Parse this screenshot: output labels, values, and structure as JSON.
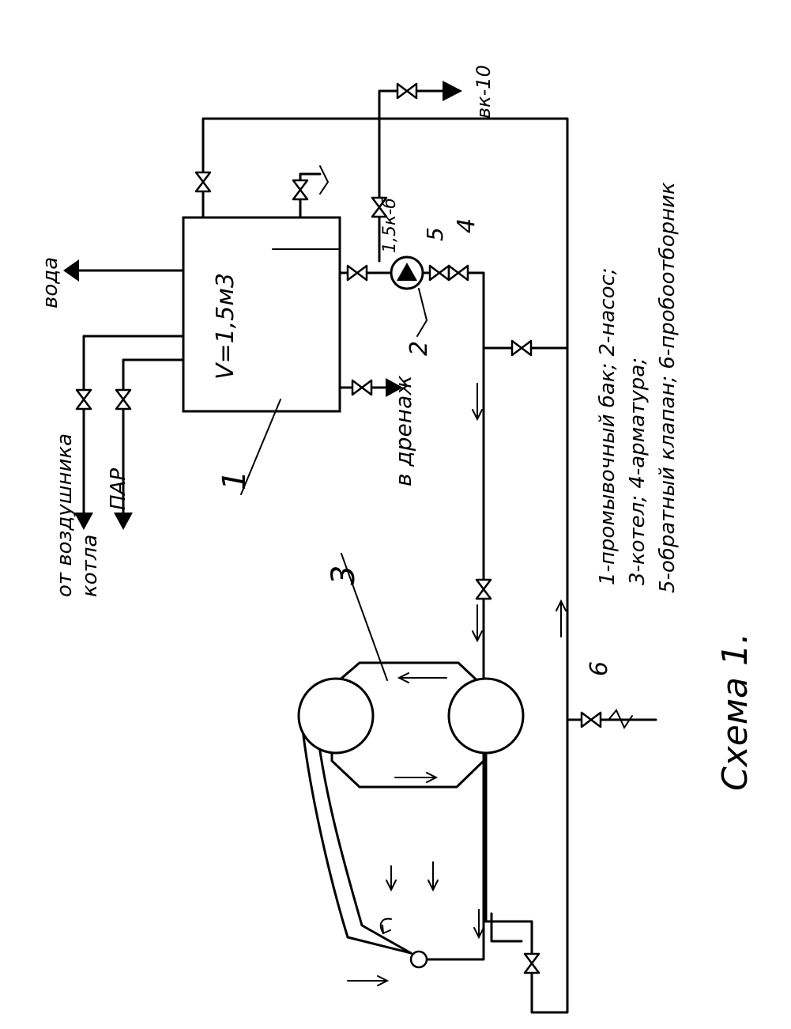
{
  "labels": {
    "water": "вода",
    "from_air_boiler": "от воздушника",
    "boiler_word": "котла",
    "steam": "ПАР",
    "tank_volume": "V=1,5м3",
    "to_drain": "в дренаж",
    "vk10": "вк-10",
    "vk_b": "1,5к-б",
    "num_1": "1",
    "num_2": "2",
    "num_3": "3",
    "num_4": "4",
    "num_5": "5",
    "num_6": "6",
    "scheme_title": "Схема 1."
  },
  "legend": {
    "line1": "1-промывочный бак; 2-насос;",
    "line2": "3-котел; 4-арматура;",
    "line3": "5-обратный клапан; 6-пробоотборник"
  }
}
